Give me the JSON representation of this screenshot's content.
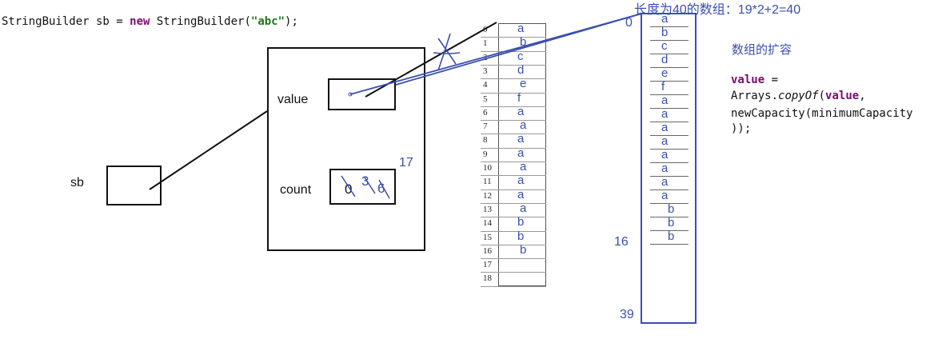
{
  "code_line": {
    "part1": "StringBuilder sb = ",
    "kw_new": "new",
    "part2": " StringBuilder(",
    "str": "\"abc\"",
    "part3": ");"
  },
  "labels": {
    "sb": "sb",
    "value": "value",
    "count": "count",
    "count_values": [
      "0",
      "3",
      "6"
    ],
    "count_new": "17"
  },
  "old_array": {
    "indices": [
      "0",
      "1",
      "2",
      "3",
      "4",
      "5",
      "6",
      "7",
      "8",
      "9",
      "10",
      "11",
      "12",
      "13",
      "14",
      "15",
      "16",
      "17",
      "18"
    ],
    "values": [
      "a",
      "b",
      "c",
      "d",
      "e",
      "f",
      "a",
      "a",
      "a",
      "a",
      "a",
      "a",
      "a",
      "a",
      "b",
      "b",
      "b",
      "",
      ""
    ]
  },
  "new_array": {
    "title": "长度为40的数组：19*2+2=40",
    "index_start": "0",
    "index_16": "16",
    "index_end": "39",
    "values": [
      "a",
      "b",
      "c",
      "d",
      "e",
      "f",
      "a",
      "a",
      "a",
      "a",
      "a",
      "a",
      "a",
      "a",
      "b",
      "b",
      "b"
    ]
  },
  "note": {
    "title": "数组的扩容",
    "line1_kw": "value",
    "line1_rest": " =",
    "line2a": "Arrays.",
    "line2b": "copyOf",
    "line2c": "(",
    "line2_kw": "value",
    "line2d": ",",
    "line3": "newCapacity(minimumCapacity",
    "line4": "));"
  },
  "colors": {
    "annotation": "#3b4fb0",
    "keyword": "#7b0a6e",
    "string": "#1a7a1a"
  }
}
